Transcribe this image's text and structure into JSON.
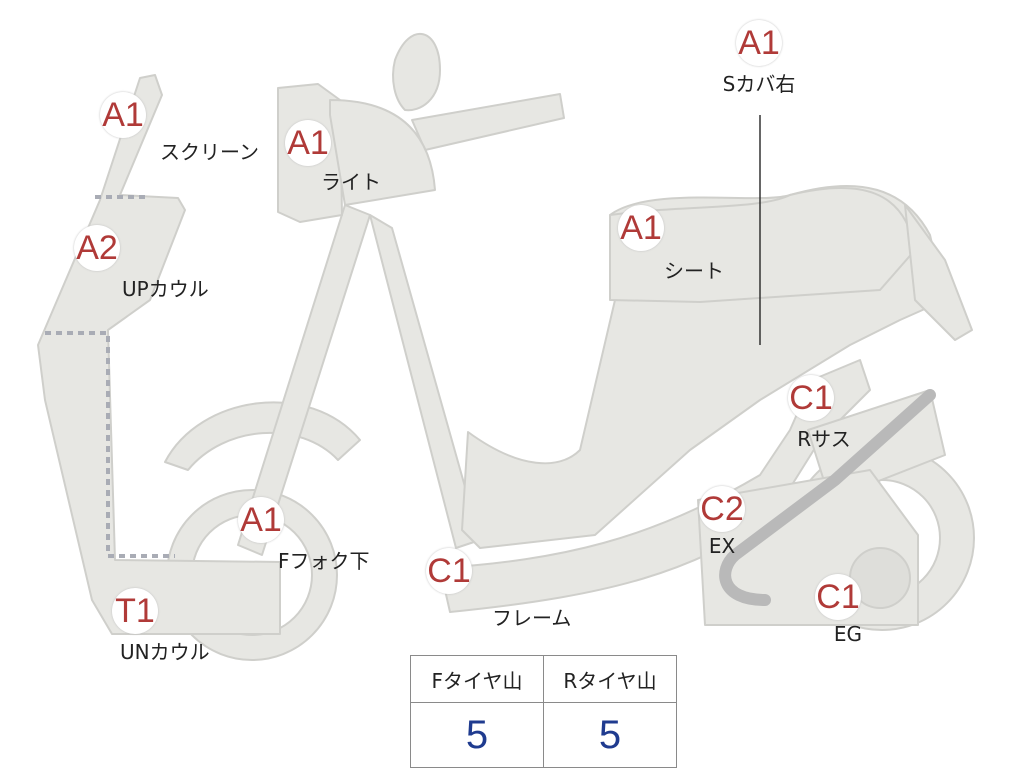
{
  "colors": {
    "body_fill": "#e7e7e3",
    "outline": "#cfcfcb",
    "badge_text": "#b03a38",
    "seam": "#a9acb5",
    "exhaust": "#b9b9b9",
    "value_text": "#1f3b8f"
  },
  "parts": [
    {
      "id": "screen",
      "grade": "A1",
      "label": "スクリーン"
    },
    {
      "id": "up-cowl",
      "grade": "A2",
      "label": "UPカウル"
    },
    {
      "id": "un-cowl",
      "grade": "T1",
      "label": "UNカウル"
    },
    {
      "id": "light",
      "grade": "A1",
      "label": "ライト"
    },
    {
      "id": "front-fork",
      "grade": "A1",
      "label": "Fフォク下"
    },
    {
      "id": "frame",
      "grade": "C1",
      "label": "フレーム"
    },
    {
      "id": "seat",
      "grade": "A1",
      "label": "シート"
    },
    {
      "id": "side-cover",
      "grade": "A1",
      "label": "Sカバ右"
    },
    {
      "id": "rear-susp",
      "grade": "C1",
      "label": "Rサス"
    },
    {
      "id": "exhaust",
      "grade": "C2",
      "label": "EX"
    },
    {
      "id": "engine",
      "grade": "C1",
      "label": "EG"
    }
  ],
  "tire_table": {
    "headers": [
      "Fタイヤ山",
      "Rタイヤ山"
    ],
    "values": [
      "5",
      "5"
    ]
  }
}
